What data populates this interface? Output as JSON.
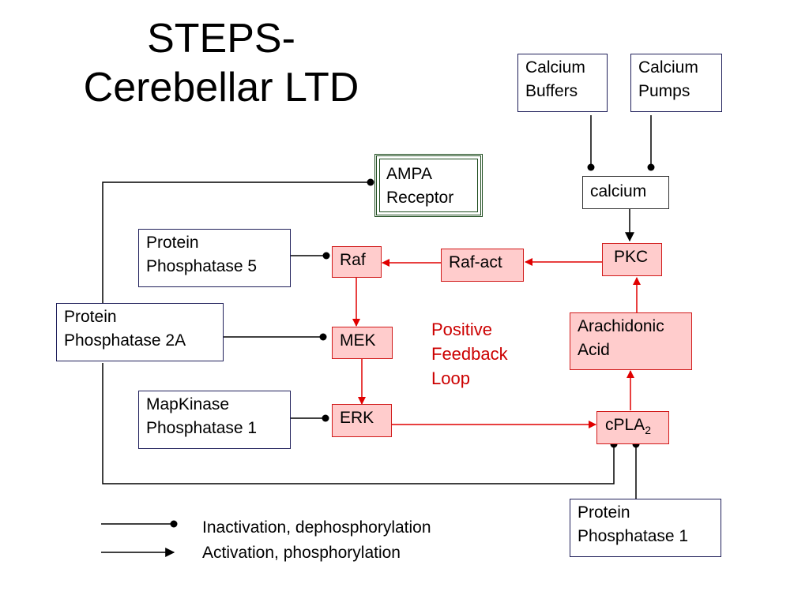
{
  "title": {
    "line1": "STEPS-",
    "line2": "Cerebellar LTD"
  },
  "nodes": {
    "calcium_buffers": {
      "line1": "Calcium",
      "line2": "Buffers"
    },
    "calcium_pumps": {
      "line1": "Calcium",
      "line2": "Pumps"
    },
    "ampa_receptor": {
      "line1": "AMPA",
      "line2": "Receptor"
    },
    "calcium": {
      "label": "calcium"
    },
    "protein_phosphatase_5": {
      "line1": "Protein",
      "line2": "Phosphatase 5"
    },
    "raf": {
      "label": "Raf"
    },
    "raf_act": {
      "label": "Raf-act"
    },
    "pkc": {
      "label": "PKC"
    },
    "protein_phosphatase_2a": {
      "line1": "Protein",
      "line2": "Phosphatase 2A"
    },
    "mek": {
      "label": "MEK"
    },
    "arachidonic_acid": {
      "line1": "Arachidonic",
      "line2": "Acid"
    },
    "mapkinase_phosphatase_1": {
      "line1": "MapKinase",
      "line2": "Phosphatase 1"
    },
    "erk": {
      "label": "ERK"
    },
    "cpla2": {
      "label": "cPLA",
      "subscript": "2"
    },
    "protein_phosphatase_1": {
      "line1": "Protein",
      "line2": "Phosphatase 1"
    }
  },
  "feedback_loop": {
    "line1": "Positive",
    "line2": "Feedback",
    "line3": "Loop"
  },
  "legend": {
    "inactivation": "Inactivation, dephosphorylation",
    "activation": "Activation, phosphorylation"
  },
  "colors": {
    "activation_red": "#e00000",
    "node_red_fill": "#ffcccc",
    "node_red_border": "#d11a1a",
    "line_black": "#000000",
    "ampa_border": "#1f4d1f",
    "feedback_text": "#cc0000"
  }
}
